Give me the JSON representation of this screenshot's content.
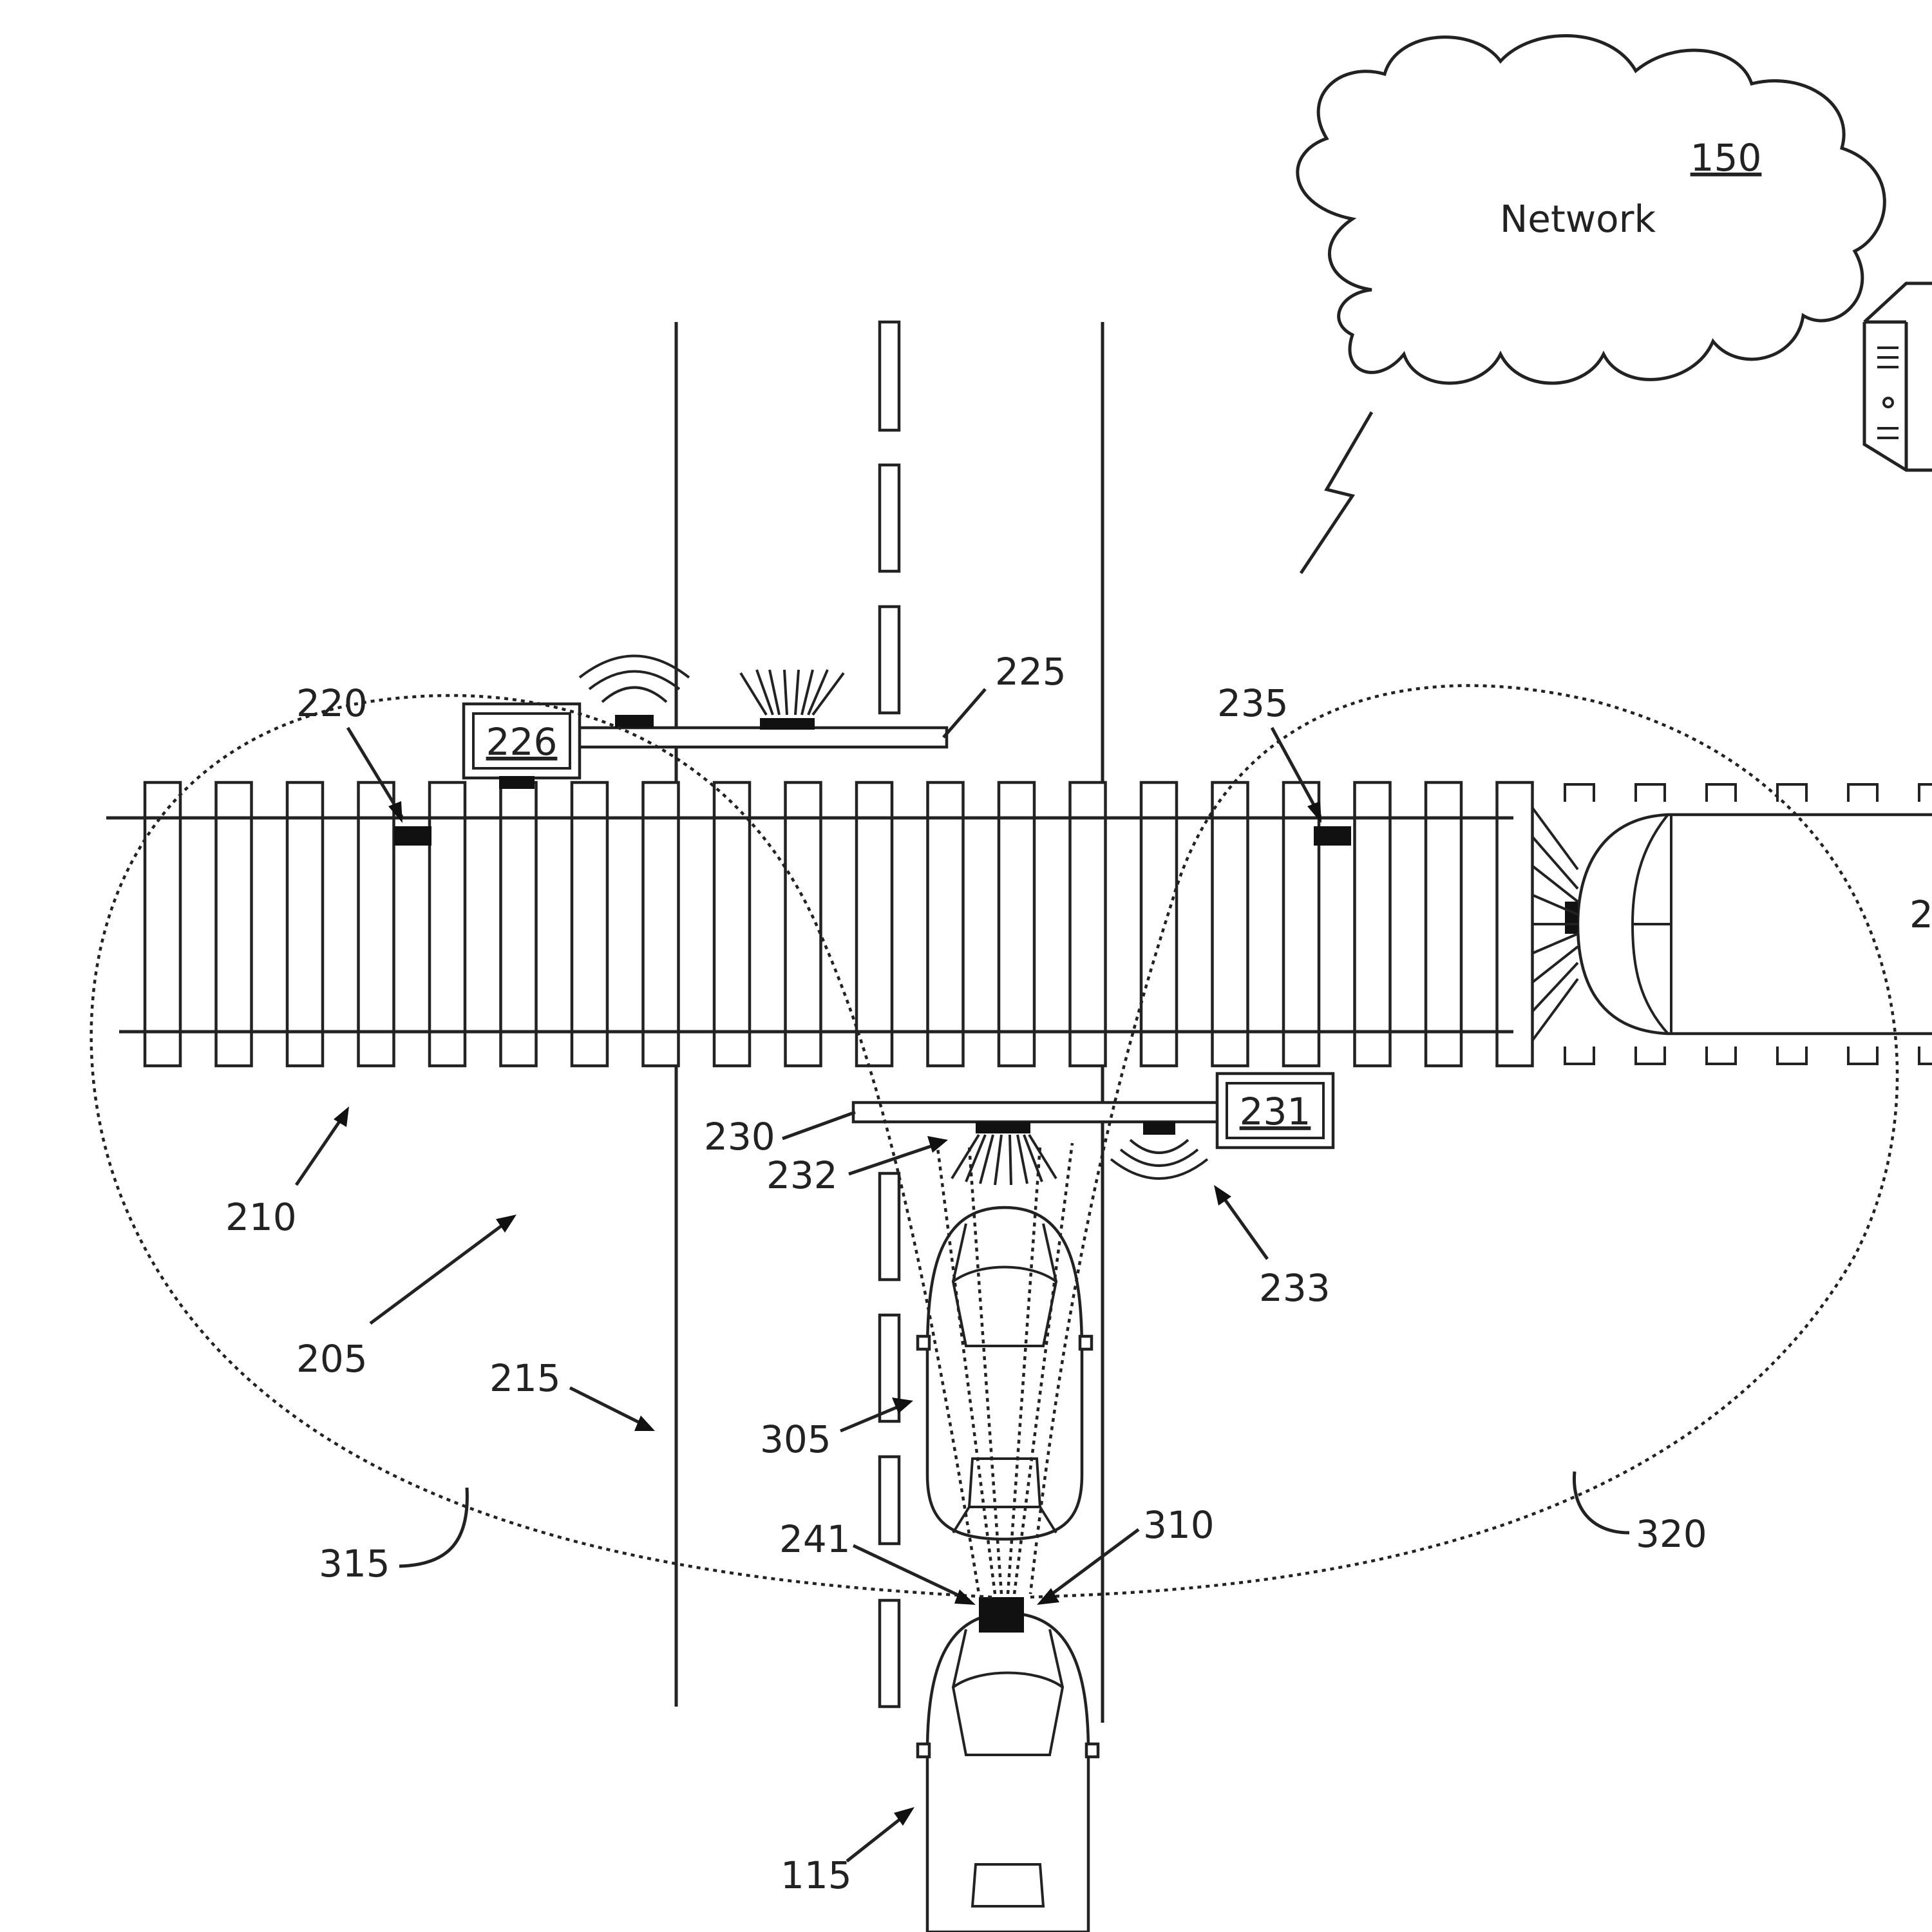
{
  "network": {
    "label": "Network",
    "ref": "150"
  },
  "labels": {
    "l220": "220",
    "l226": "226",
    "l225": "225",
    "l235": "235",
    "l231": "231",
    "l230": "230",
    "l232": "232",
    "l233": "233",
    "l210": "210",
    "l205": "205",
    "l215": "215",
    "l305": "305",
    "l315": "315",
    "l241": "241",
    "l310": "310",
    "l320": "320",
    "l115": "115",
    "l2x": "2"
  }
}
